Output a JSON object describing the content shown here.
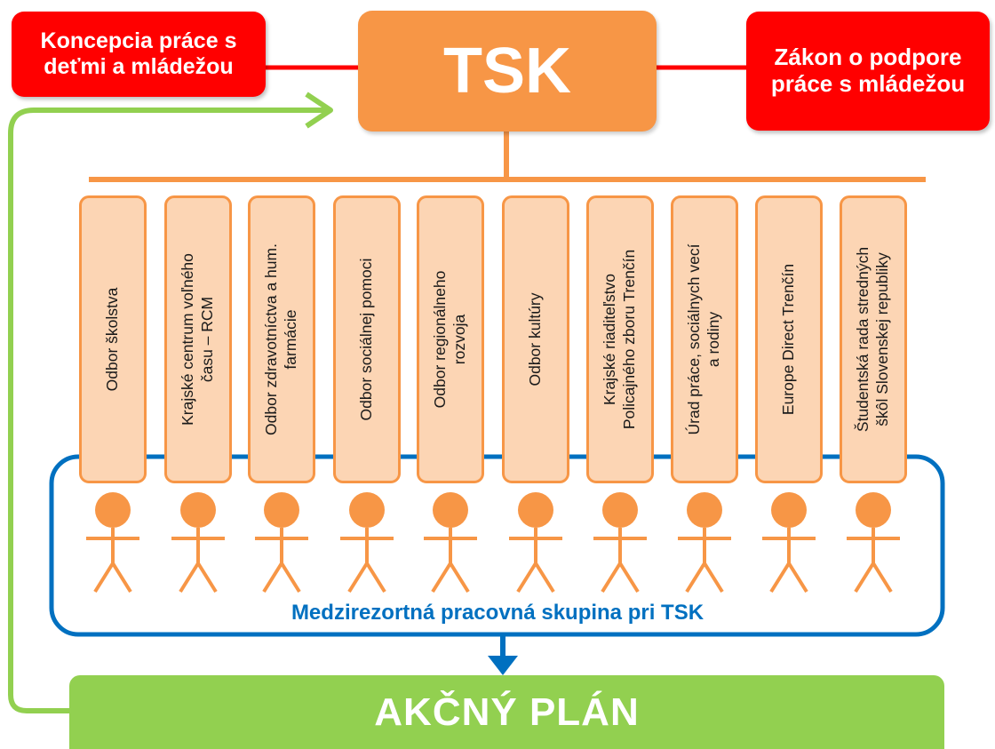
{
  "top": {
    "center": "TSK",
    "left": "Koncepcia práce s\ndeťmi a mládežou",
    "right": "Zákon o podpore\npráce s mládežou"
  },
  "departments": [
    "Odbor školstva",
    "Krajské centrum voľného\nčasu – RCM",
    "Odbor zdravotníctva a hum.\nfarmácie",
    "Odbor sociálnej pomoci",
    "Odbor regionálneho\nrozvoja",
    "Odbor kultúry",
    "Krajské riaditeľstvo\nPolicajného zboru Trenčín",
    "Úrad práce, sociálnych vecí\na rodiny",
    "Europe Direct Trenčín",
    "Študentská rada stredných\nškôl Slovenskej republiky"
  ],
  "group_label": "Medzirezortná pracovná skupina pri TSK",
  "action_plan": "AKČNÝ PLÁN",
  "colors": {
    "orange": "#f79646",
    "light_orange": "#fcd5b4",
    "red": "#ff0000",
    "blue": "#0070c0",
    "green": "#92d050"
  }
}
